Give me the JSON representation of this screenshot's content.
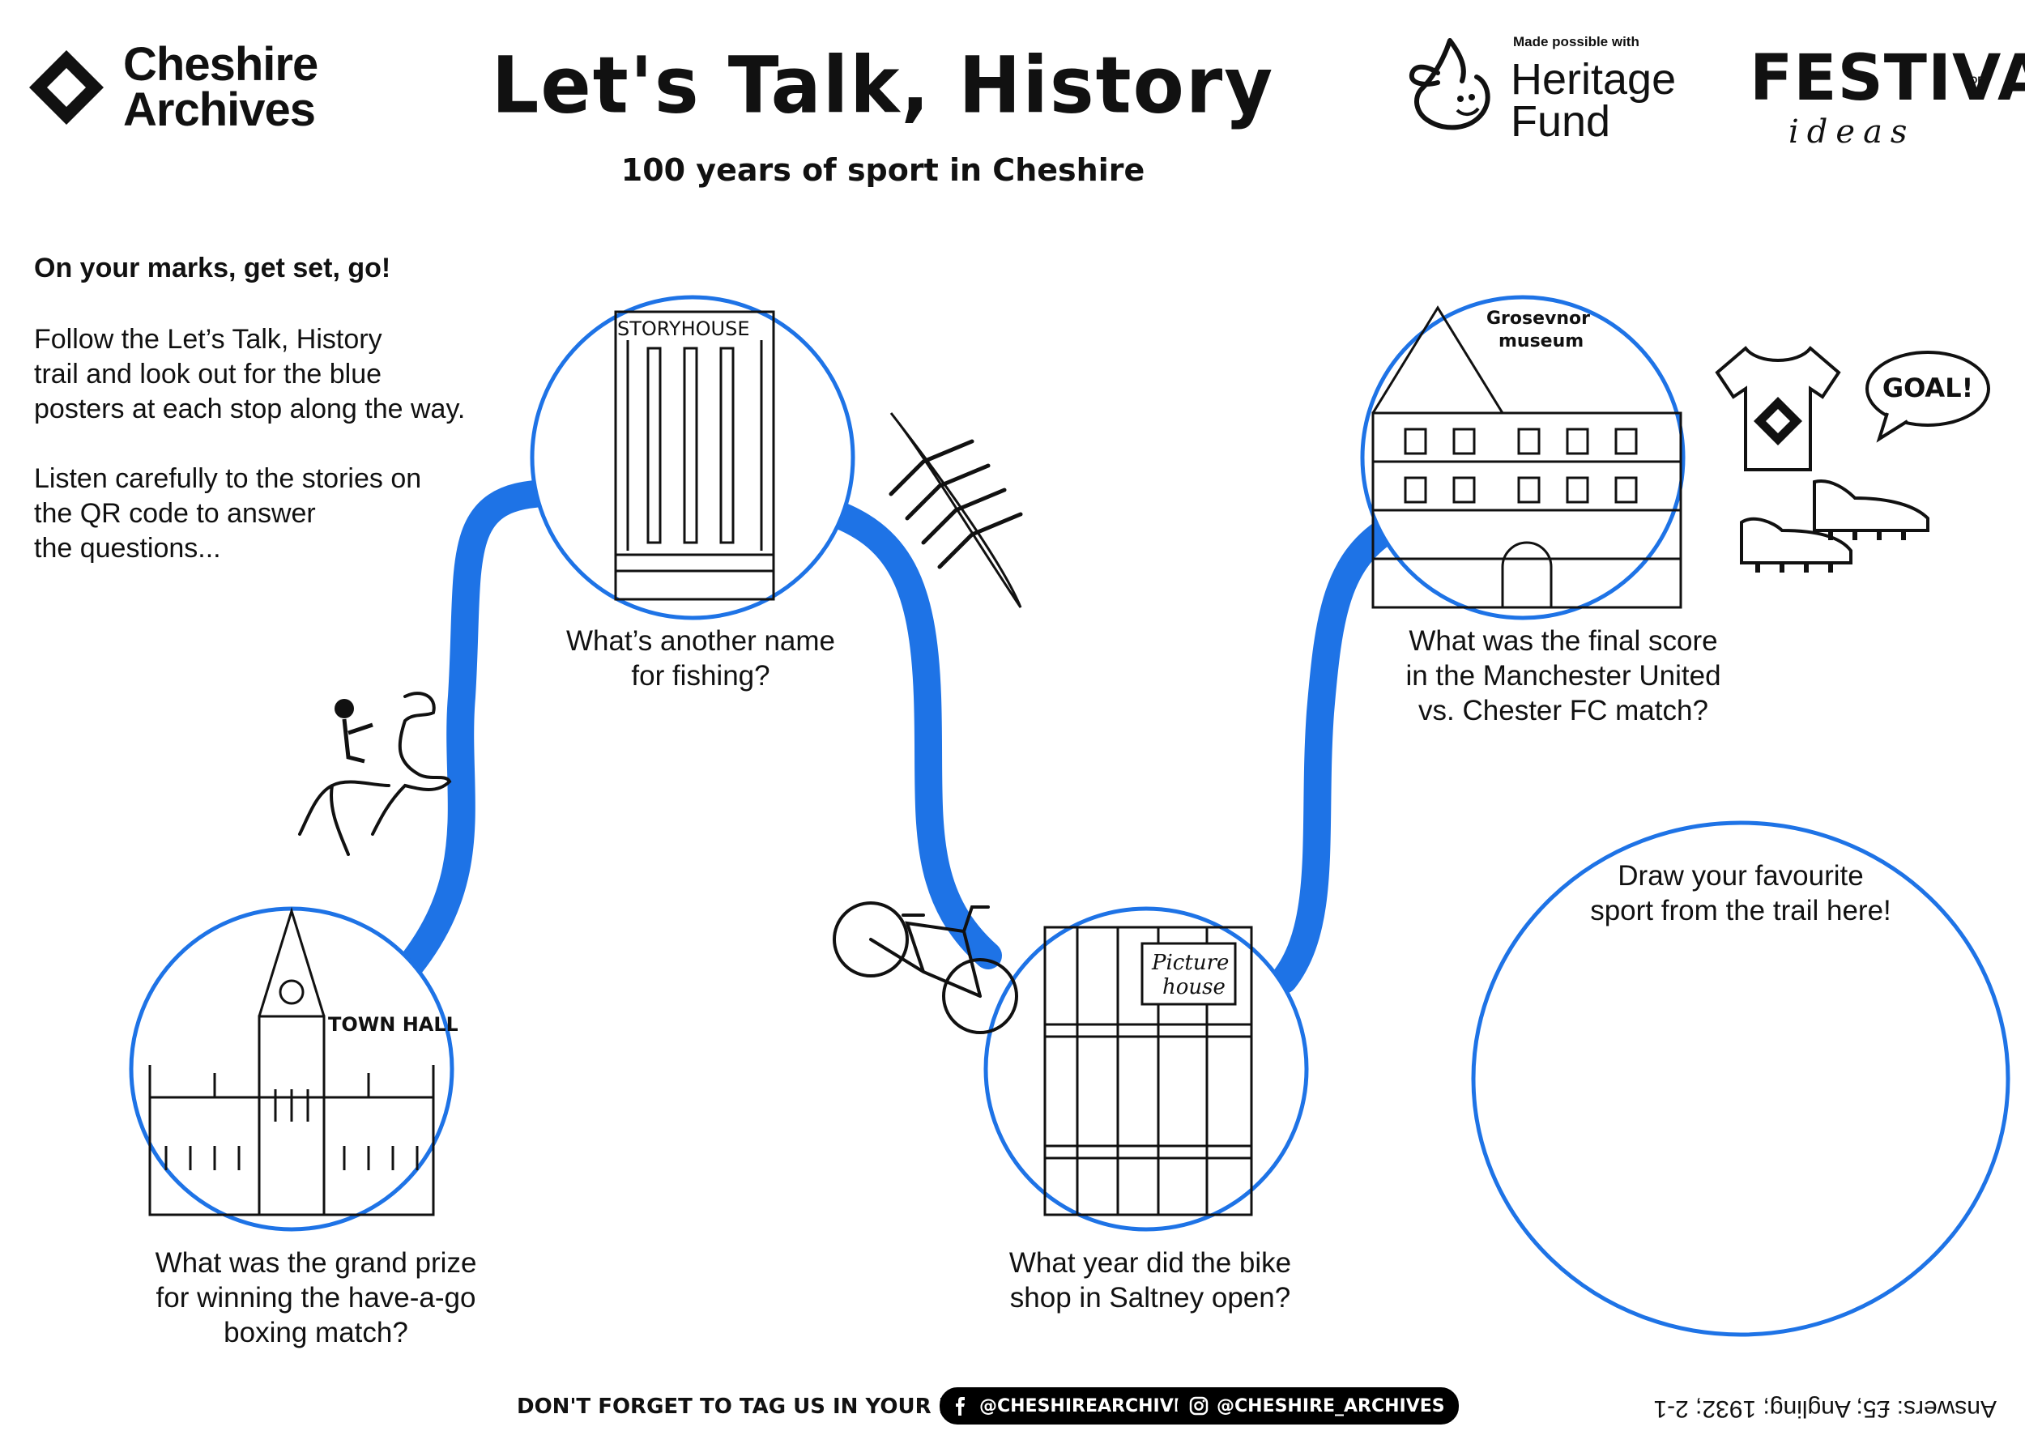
{
  "header": {
    "brand_name_line1": "Cheshire",
    "brand_name_line2": "Archives",
    "title": "Let's Talk, History",
    "subtitle": "100 years of sport in Cheshire",
    "made_possible": "Made possible with",
    "heritage_line1": "Heritage",
    "heritage_line2": "Fund",
    "festival": "FESTIVAL",
    "festival_of": "OF",
    "festival_ideas": "ideas"
  },
  "intro": {
    "heading": "On your marks, get set, go!",
    "body": "Follow the Let’s Talk, History\ntrail and look out for the blue\nposters at each stop along the way.\n\nListen carefully to the stories on\nthe QR code to answer\nthe questions..."
  },
  "stops": {
    "town_hall": {
      "sign": "TOWN HALL",
      "question": "What was the grand prize\nfor winning the have-a-go\nboxing match?"
    },
    "storyhouse": {
      "sign": "STORYHOUSE",
      "question": "What’s another name\nfor fishing?"
    },
    "picture_house": {
      "sign_line1": "Picture",
      "sign_line2": "house",
      "question": "What year did the bike\nshop in Saltney open?"
    },
    "grosvenor": {
      "sign_line1": "Grosevnor",
      "sign_line2": "museum",
      "question": "What was the final score\nin the Manchester United\nvs. Chester FC match?"
    }
  },
  "drawing": {
    "prompt": "Draw your favourite\nsport from the trail here!"
  },
  "decor": {
    "goal_bubble": "GOAL!"
  },
  "footer": {
    "tag_text": "DON'T FORGET TO TAG US IN YOUR PHOTOS!",
    "facebook": "@CHESHIREARCHIVES",
    "instagram": "@CHESHIRE_ARCHIVES",
    "answers": "Answers: £5; Angling; 1932; 2-1"
  },
  "colors": {
    "trail_blue": "#1e73e6",
    "ink": "#111111"
  },
  "icons": [
    "cheshire-archives-logo-icon",
    "lottery-hand-icon",
    "horse-rider-icon",
    "rowing-boat-icon",
    "bicycle-icon",
    "tshirt-icon",
    "football-boots-icon",
    "facebook-icon",
    "instagram-icon"
  ]
}
